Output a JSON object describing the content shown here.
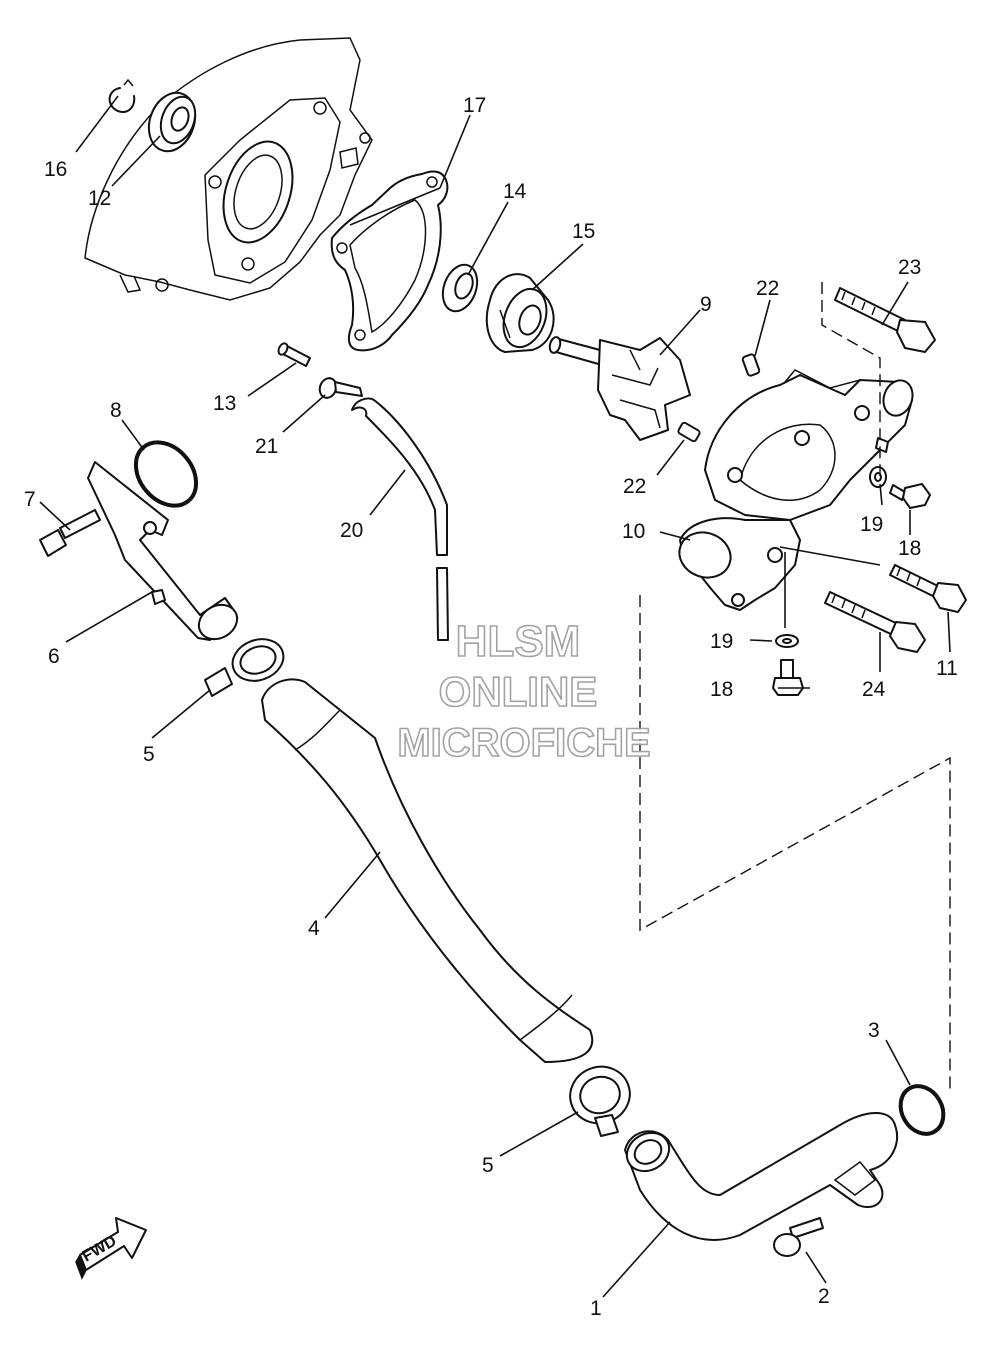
{
  "callouts": [
    {
      "id": "c16",
      "text": "16"
    },
    {
      "id": "c12",
      "text": "12"
    },
    {
      "id": "c17",
      "text": "17"
    },
    {
      "id": "c14",
      "text": "14"
    },
    {
      "id": "c15",
      "text": "15"
    },
    {
      "id": "c9",
      "text": "9"
    },
    {
      "id": "c22a",
      "text": "22"
    },
    {
      "id": "c23",
      "text": "23"
    },
    {
      "id": "c13",
      "text": "13"
    },
    {
      "id": "c21",
      "text": "21"
    },
    {
      "id": "c8",
      "text": "8"
    },
    {
      "id": "c7",
      "text": "7"
    },
    {
      "id": "c20",
      "text": "20"
    },
    {
      "id": "c22b",
      "text": "22"
    },
    {
      "id": "c19a",
      "text": "19"
    },
    {
      "id": "c18a",
      "text": "18"
    },
    {
      "id": "c10",
      "text": "10"
    },
    {
      "id": "c6",
      "text": "6"
    },
    {
      "id": "c19b",
      "text": "19"
    },
    {
      "id": "c11",
      "text": "11"
    },
    {
      "id": "c18b",
      "text": "18"
    },
    {
      "id": "c24",
      "text": "24"
    },
    {
      "id": "c5a",
      "text": "5"
    },
    {
      "id": "c4",
      "text": "4"
    },
    {
      "id": "c3",
      "text": "3"
    },
    {
      "id": "c5b",
      "text": "5"
    },
    {
      "id": "c2",
      "text": "2"
    },
    {
      "id": "c1",
      "text": "1"
    }
  ],
  "watermark": {
    "line1": "HLSM",
    "line2": "ONLINE",
    "line3": "MICROFICHE"
  },
  "fwd_label": "FWD"
}
